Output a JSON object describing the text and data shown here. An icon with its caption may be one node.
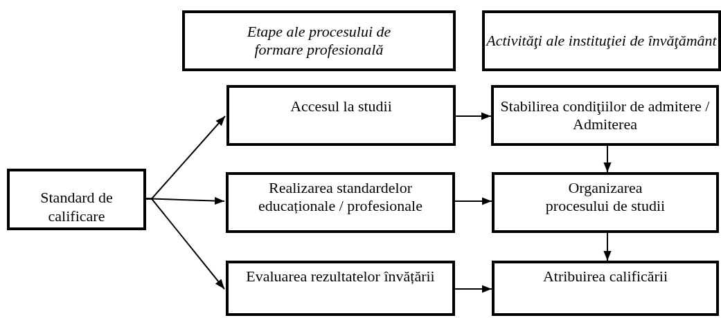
{
  "diagram": {
    "nodes": [
      {
        "text": [
          "Standard de calificare"
        ]
      },
      {
        "text": [
          "Etape ale procesului de formare profesională"
        ]
      },
      {
        "text": [
          "Activităţi ale instituţiei de învăţământ"
        ]
      },
      {
        "text": [
          "Accesul la studii"
        ]
      },
      {
        "text": [
          "Stabilirea condiţiilor de admitere / Admiterea"
        ]
      },
      {
        "text": [
          "Realizarea standardelor educaționale / profesionale"
        ]
      },
      {
        "text": [
          "Organizarea procesului de studii"
        ]
      },
      {
        "text": [
          "Evaluarea rezultatelor învățării"
        ]
      },
      {
        "text": [
          "Atribuirea calificării"
        ]
      }
    ],
    "edges": [
      {
        "from": 0,
        "to": 3,
        "arrow": "to"
      },
      {
        "from": 0,
        "to": 5,
        "arrow": "to"
      },
      {
        "from": 0,
        "to": 7,
        "arrow": "to"
      },
      {
        "from": 3,
        "to": 4,
        "arrow": "to"
      },
      {
        "from": 5,
        "to": 6,
        "arrow": "to"
      },
      {
        "from": 7,
        "to": 8,
        "arrow": "to"
      },
      {
        "from": 4,
        "to": 6,
        "arrow": "to"
      },
      {
        "from": 6,
        "to": 8,
        "arrow": "to"
      }
    ]
  }
}
